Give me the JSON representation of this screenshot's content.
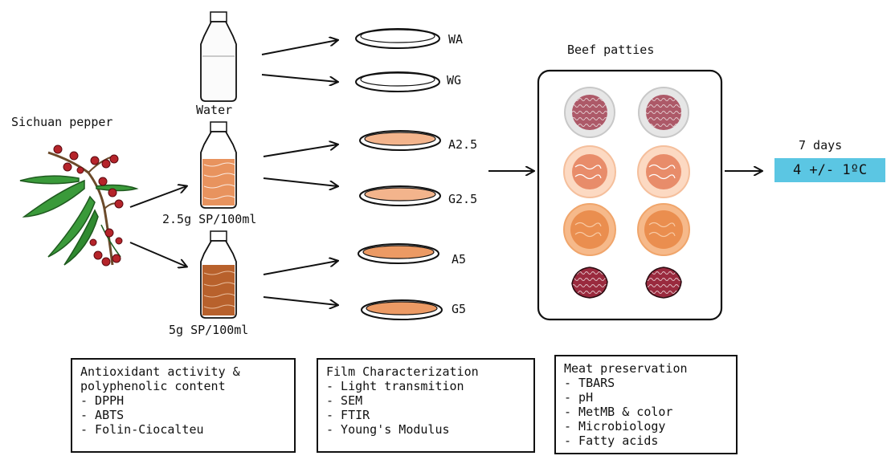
{
  "labels": {
    "sichuan_pepper": "Sichuan pepper",
    "water": "Water",
    "sp25": "2.5g SP/100ml",
    "sp5": "5g SP/100ml",
    "beef_patties": "Beef patties",
    "days": "7 days",
    "temperature": "4 +/- 1ºC"
  },
  "films": [
    "WA",
    "WG",
    "A2.5",
    "G2.5",
    "A5",
    "G5"
  ],
  "boxes": {
    "antioxidant": {
      "title_line1": "Antioxidant activity &",
      "title_line2": "polyphenolic content",
      "items": [
        "- DPPH",
        "- ABTS",
        "- Folin-Ciocalteu"
      ]
    },
    "film": {
      "title": "Film Characterization",
      "items": [
        "- Light transmition",
        "- SEM",
        "- FTIR",
        "- Young's Modulus"
      ]
    },
    "meat": {
      "title": "Meat preservation",
      "items": [
        "- TBARS",
        "- pH",
        "- MetMB & color",
        "- Microbiology",
        "- Fatty acids"
      ]
    }
  },
  "colors": {
    "temp_bg": "#5bc6e3",
    "liquid_light": "#e8935e",
    "liquid_dark": "#b8612c",
    "patty_raw": "#9a2a3e",
    "patty_orange": "#f2a877",
    "berry": "#b5242a",
    "leaf": "#3a9a3a"
  }
}
